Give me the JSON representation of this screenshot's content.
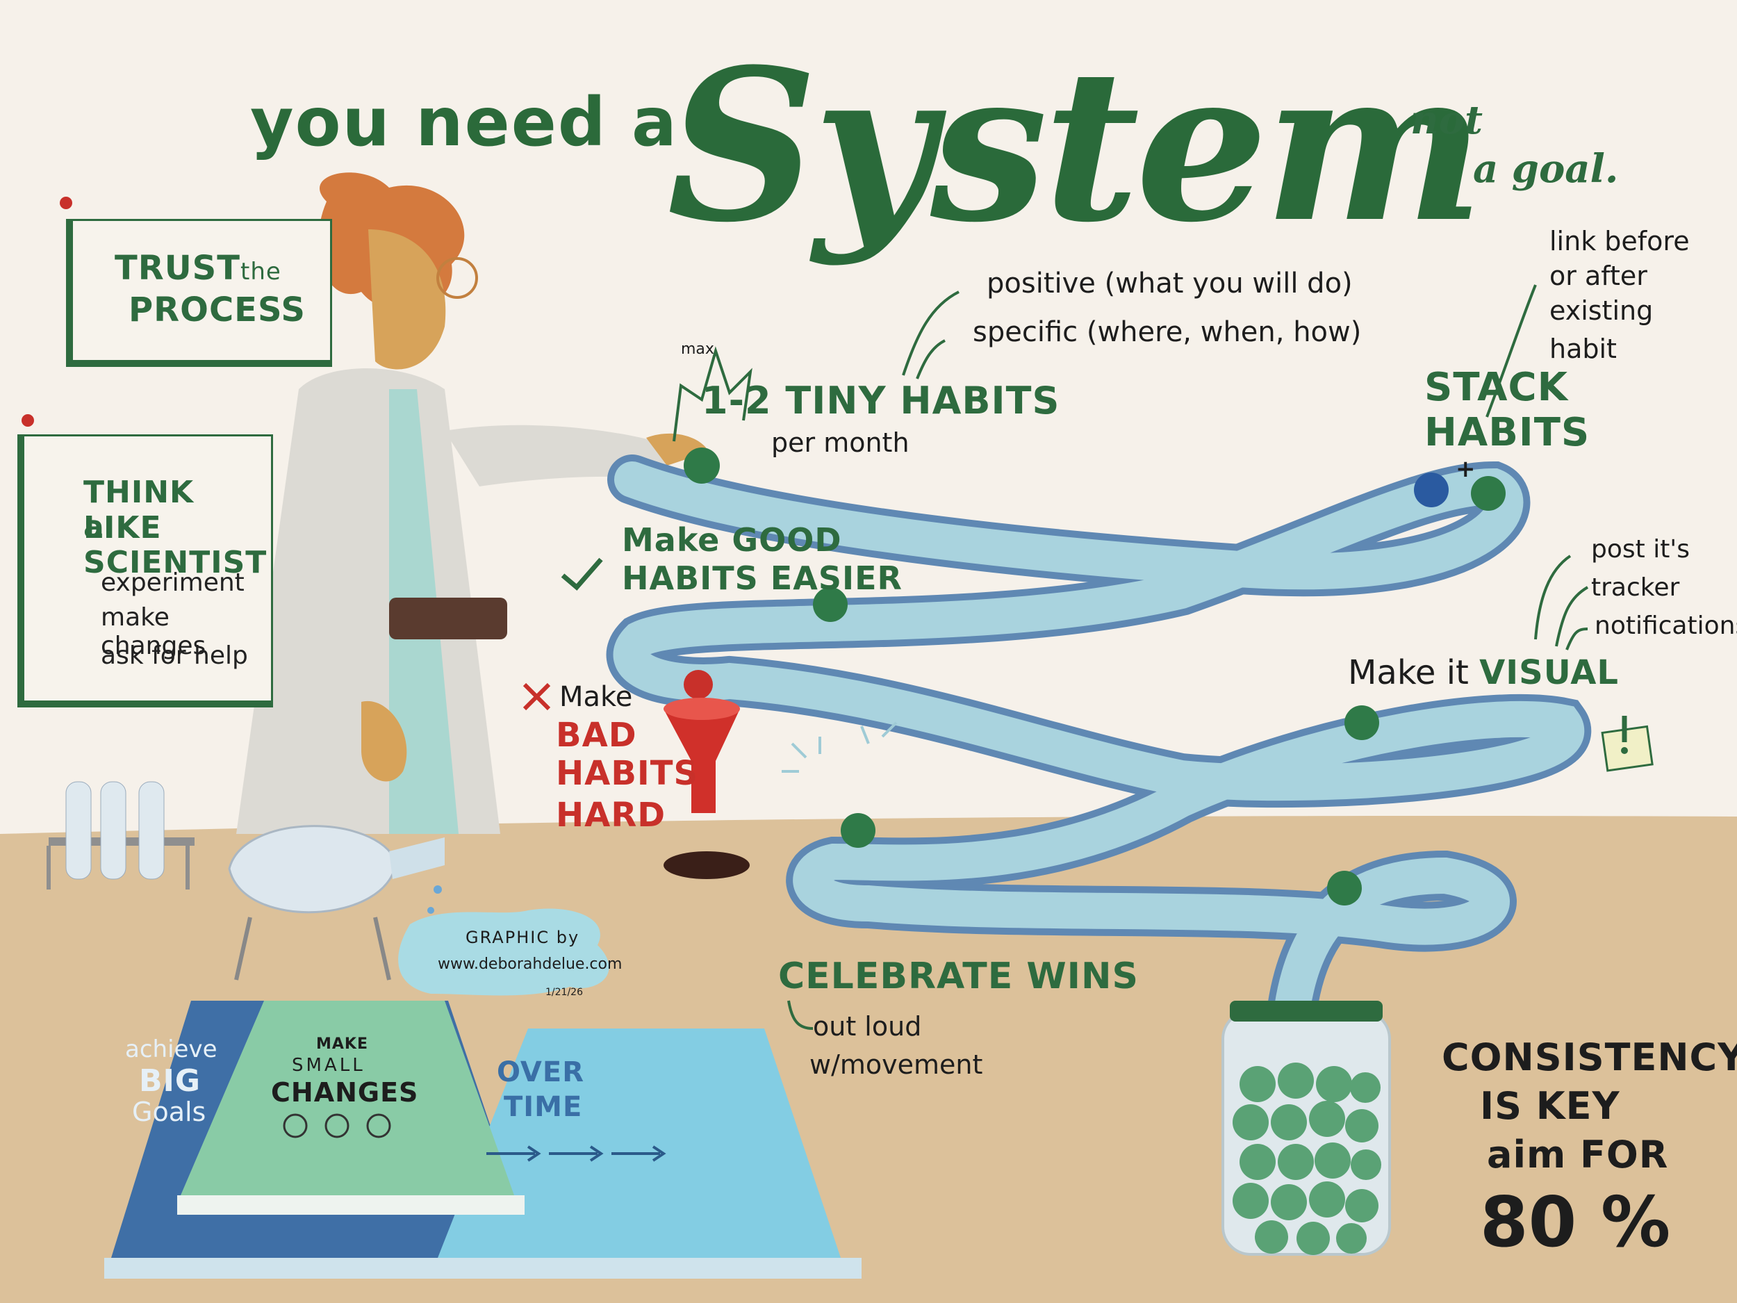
{
  "title": {
    "prefix": "you need a",
    "main": "System",
    "suffix_line1": "not",
    "suffix_line2": "a goal."
  },
  "trust": {
    "line1": "TRUST",
    "small": "the",
    "line2": "PROCESS"
  },
  "scientist": {
    "heading_line1": "THINK LIKE",
    "heading_line2": "a SCIENTIST",
    "items": [
      "experiment",
      "make changes",
      "ask for help"
    ]
  },
  "tiny_habits": {
    "max": "max",
    "main": "1-2 TINY HABITS",
    "sub": "per month",
    "notes": [
      "positive (what you will do)",
      "specific (where, when, how)"
    ]
  },
  "good_habits": {
    "line1": "Make GOOD",
    "line2": "HABITS EASIER"
  },
  "bad_habits": {
    "make": "Make",
    "lines": [
      "BAD",
      "HABITS",
      "HARD"
    ]
  },
  "stack": {
    "line1": "STACK",
    "line2": "HABITS",
    "plus": "+",
    "note": [
      "link before",
      "or after",
      "existing",
      "habit"
    ]
  },
  "visual": {
    "main_prefix": "Make it",
    "main_word": "VISUAL",
    "items": [
      "post it's",
      "tracker",
      "notifications"
    ]
  },
  "celebrate": {
    "main": "CELEBRATE WINS",
    "items": [
      "out loud",
      "w/movement"
    ]
  },
  "credit": {
    "line1": "GRAPHIC by",
    "line2": "www.deborahdelue.com",
    "date": "1/21/26"
  },
  "books": {
    "book1": [
      "achieve",
      "BIG",
      "Goals"
    ],
    "book2": [
      "MAKE",
      "SMALL",
      "CHANGES"
    ],
    "book3": [
      "OVER",
      "TIME"
    ]
  },
  "consistency": {
    "lines": [
      "CONSISTENCY",
      "IS KEY",
      "aim FOR"
    ],
    "percent": "80 %"
  },
  "colors": {
    "green": "#2e6b3f",
    "red": "#c8302a",
    "track_light": "#a9d3de",
    "track_dark": "#5f88b3",
    "table": "#dcc19a",
    "background": "#f6f1ea"
  }
}
